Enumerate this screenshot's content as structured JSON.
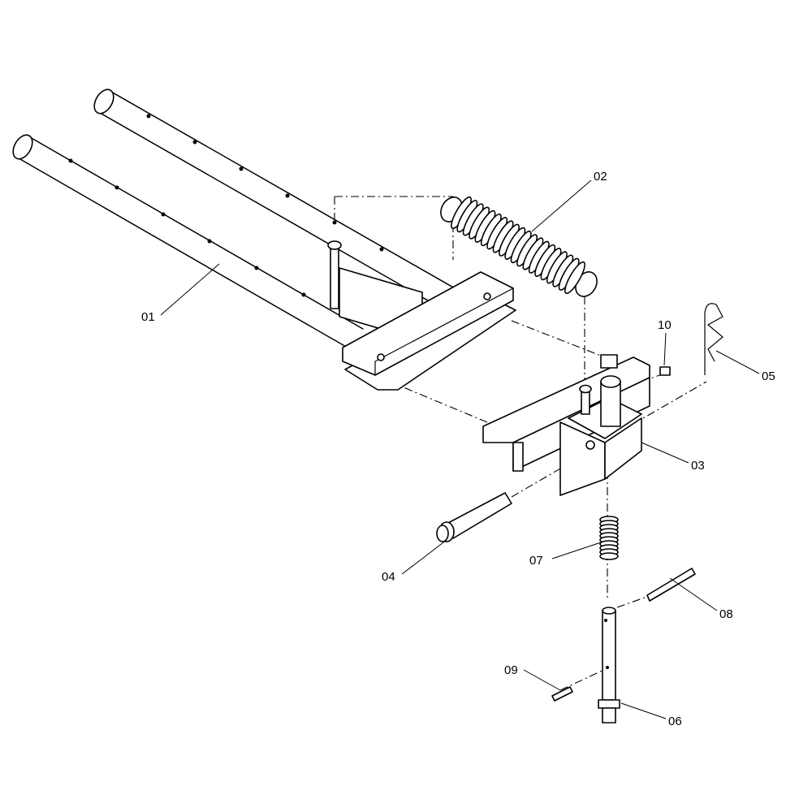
{
  "title": "Exploded parts diagram",
  "callouts": [
    {
      "id": "01",
      "label": "01"
    },
    {
      "id": "02",
      "label": "02"
    },
    {
      "id": "03",
      "label": "03"
    },
    {
      "id": "04",
      "label": "04"
    },
    {
      "id": "05",
      "label": "05"
    },
    {
      "id": "06",
      "label": "06"
    },
    {
      "id": "07",
      "label": "07"
    },
    {
      "id": "08",
      "label": "08"
    },
    {
      "id": "09",
      "label": "09"
    },
    {
      "id": "10",
      "label": "10"
    }
  ]
}
